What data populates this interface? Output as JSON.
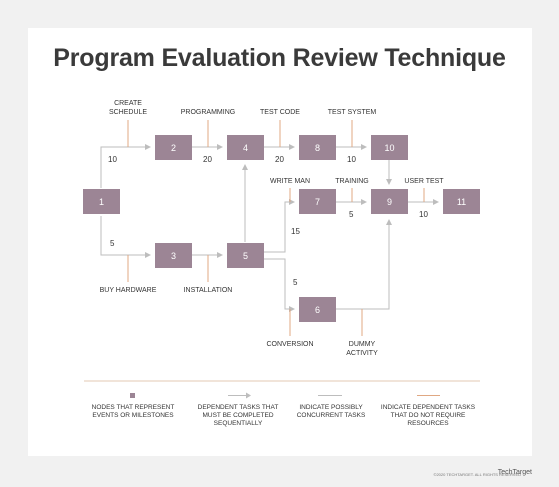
{
  "title": "Program Evaluation Review Technique",
  "colors": {
    "node": "#9c8595",
    "line": "#bdbdbd",
    "accent": "#e0a883",
    "text": "#333333"
  },
  "nodes": [
    "1",
    "2",
    "3",
    "4",
    "5",
    "6",
    "7",
    "8",
    "9",
    "10",
    "11"
  ],
  "task_labels": {
    "create_schedule": [
      "CREATE",
      "SCHEDULE"
    ],
    "programming": "PROGRAMMING",
    "test_code": "TEST CODE",
    "test_system": "TEST SYSTEM",
    "write_man": "WRITE MAN",
    "training": "TRAINING",
    "user_test": "USER TEST",
    "buy_hardware": "BUY HARDWARE",
    "installation": "INSTALLATION",
    "conversion": "CONVERSION",
    "dummy_activity": [
      "DUMMY",
      "ACTIVITY"
    ]
  },
  "durations": {
    "d_1_2": "10",
    "d_2_4": "20",
    "d_4_8": "20",
    "d_8_10": "10",
    "d_1_3": "5",
    "d_5_7": "15",
    "d_7_9": "5",
    "d_9_11": "10",
    "d_5_6": "5"
  },
  "legend": [
    "NODES THAT REPRESENT EVENTS OR MILESTONES",
    "DEPENDENT TASKS THAT MUST BE COMPLETED SEQUENTIALLY",
    "INDICATE POSSIBLY CONCURRENT TASKS",
    "INDICATE DEPENDENT TASKS THAT DO NOT REQUIRE RESOURCES"
  ],
  "credit": "©2020 TECHTARGET. ALL RIGHTS RESERVED",
  "brand": "TechTarget"
}
